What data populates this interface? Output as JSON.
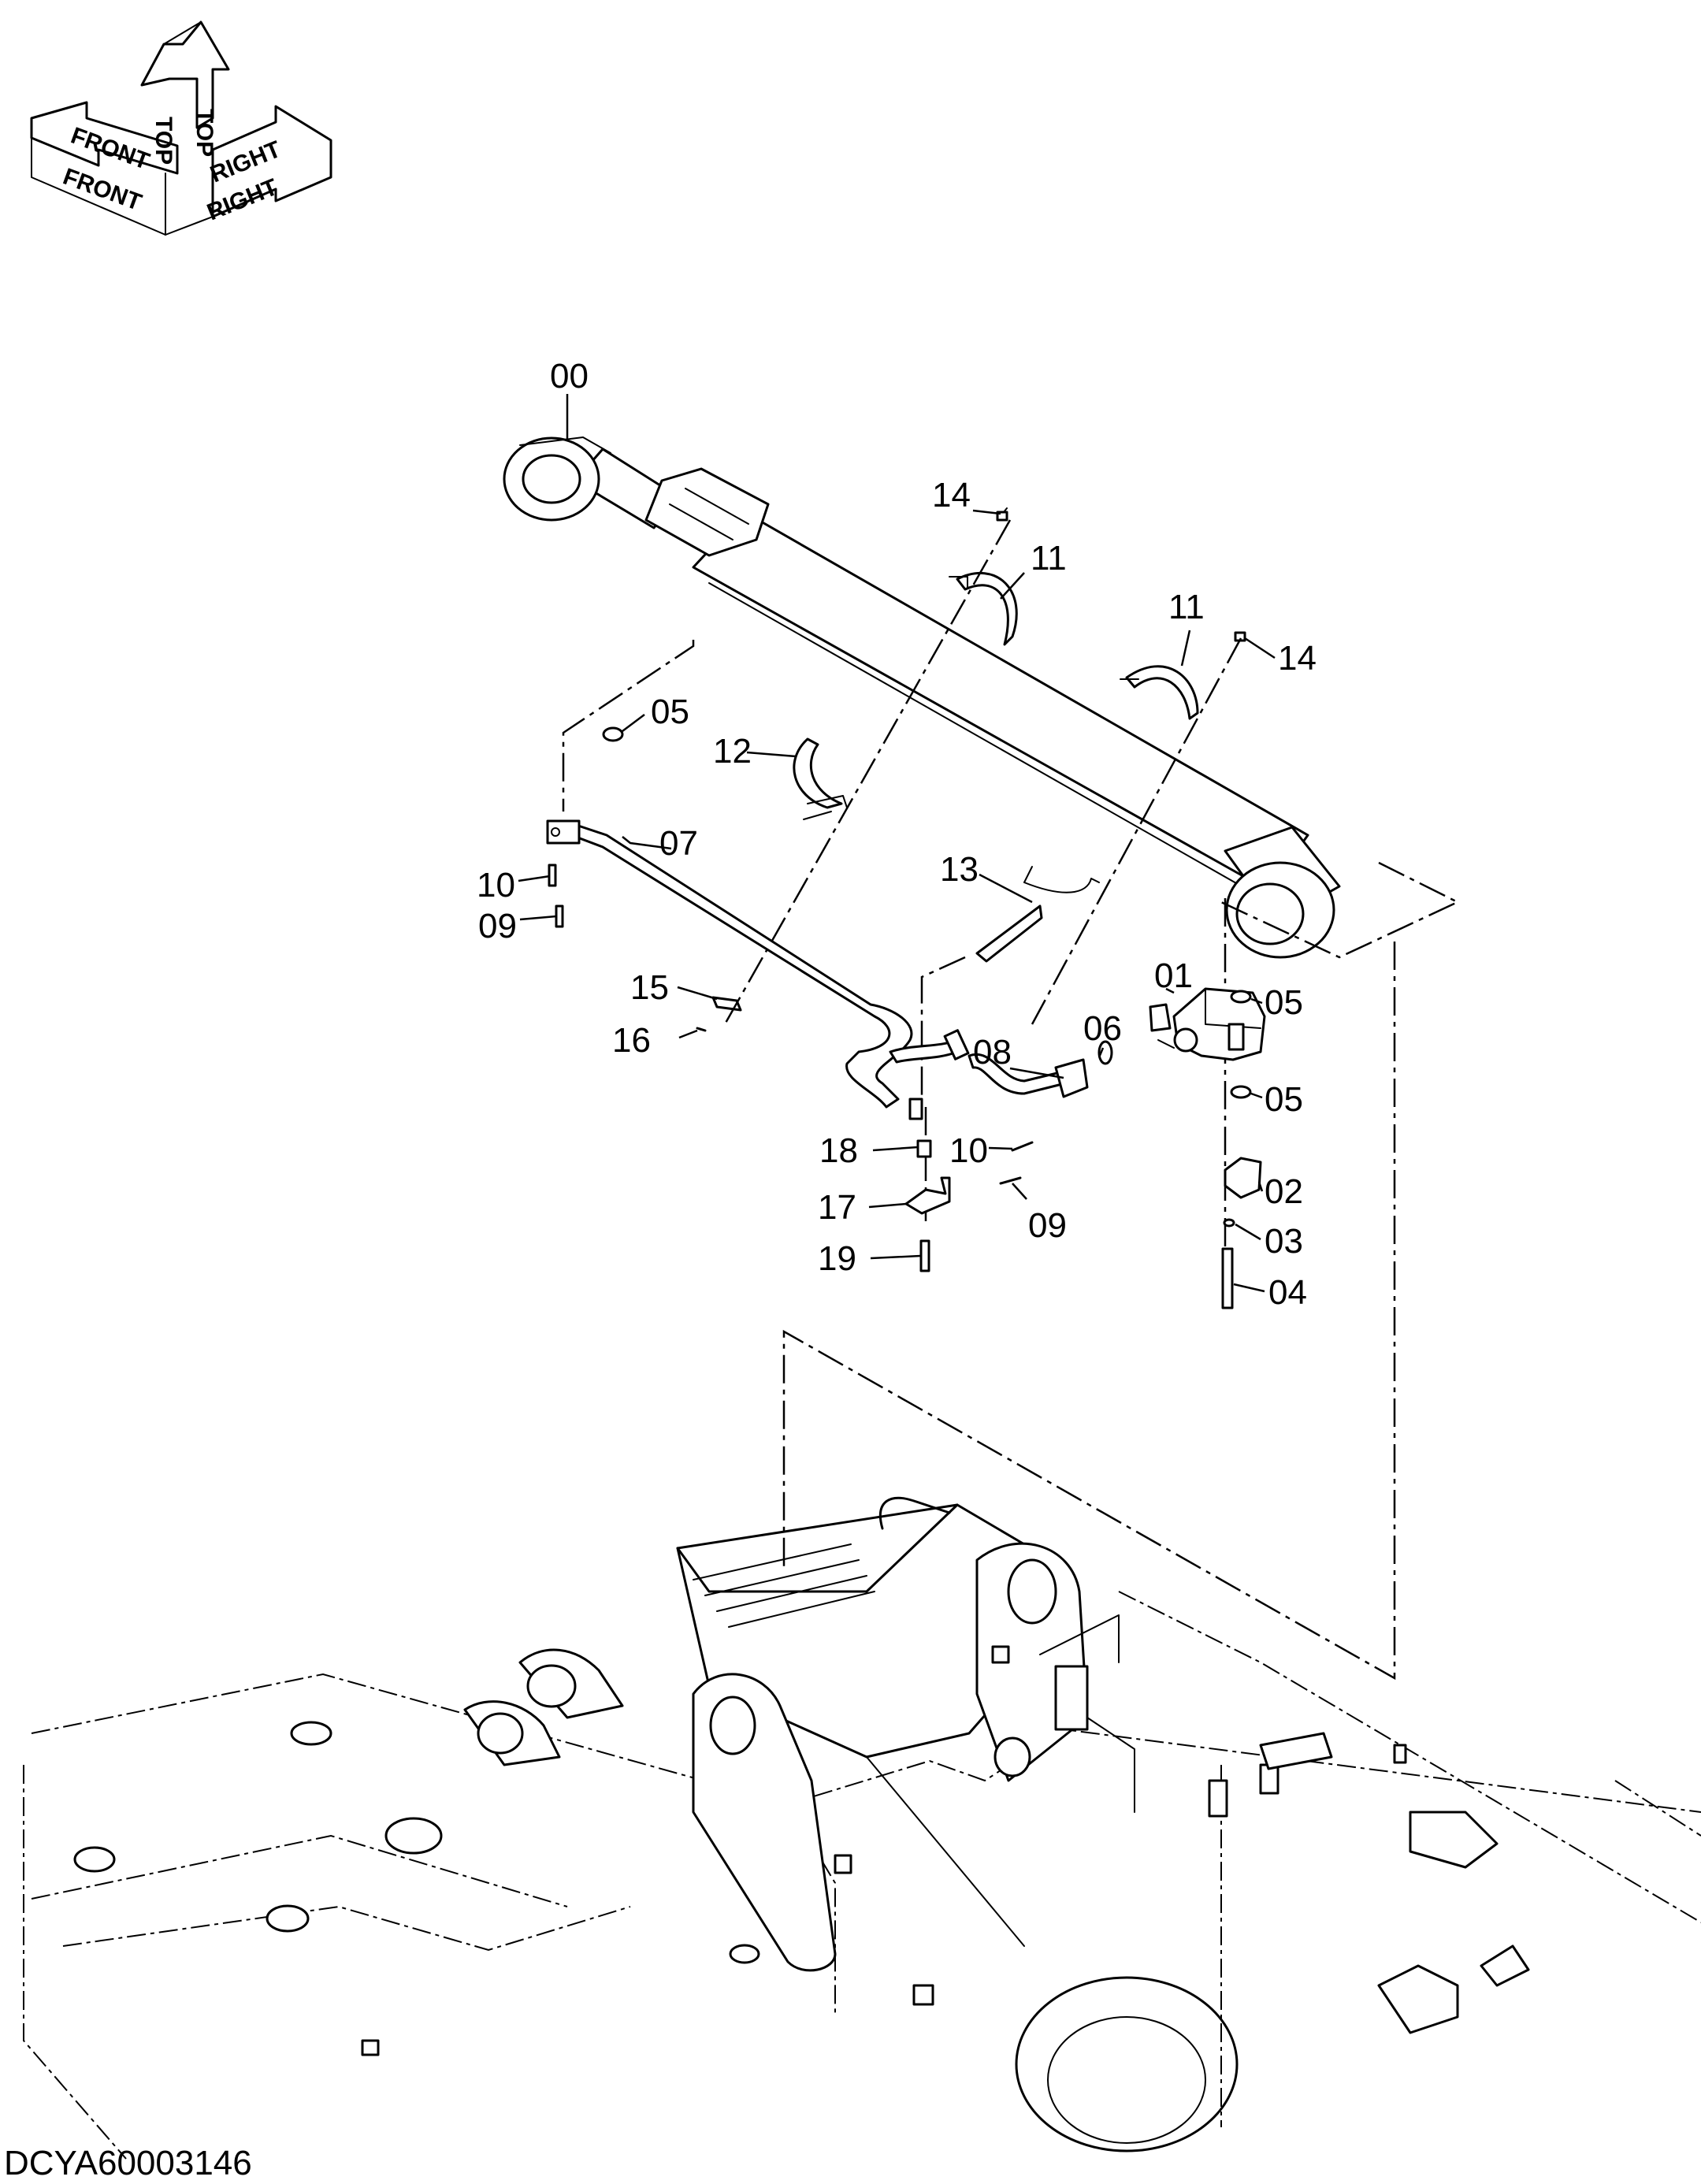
{
  "orientation": {
    "top_label": "TOP",
    "front_label": "FRONT",
    "right_label": "RIGHT"
  },
  "callouts": {
    "c00": "00",
    "c01": "01",
    "c02": "02",
    "c03": "03",
    "c04": "04",
    "c05a": "05",
    "c05b": "05",
    "c05c": "05",
    "c06": "06",
    "c07": "07",
    "c08": "08",
    "c09a": "09",
    "c09b": "09",
    "c10a": "10",
    "c10b": "10",
    "c11a": "11",
    "c11b": "11",
    "c12": "12",
    "c13": "13",
    "c14a": "14",
    "c14b": "14",
    "c15": "15",
    "c16": "16",
    "c17": "17",
    "c18": "18",
    "c19": "19"
  },
  "document_id": "DCYA60003146",
  "colors": {
    "line": "#000000",
    "background": "#ffffff"
  }
}
